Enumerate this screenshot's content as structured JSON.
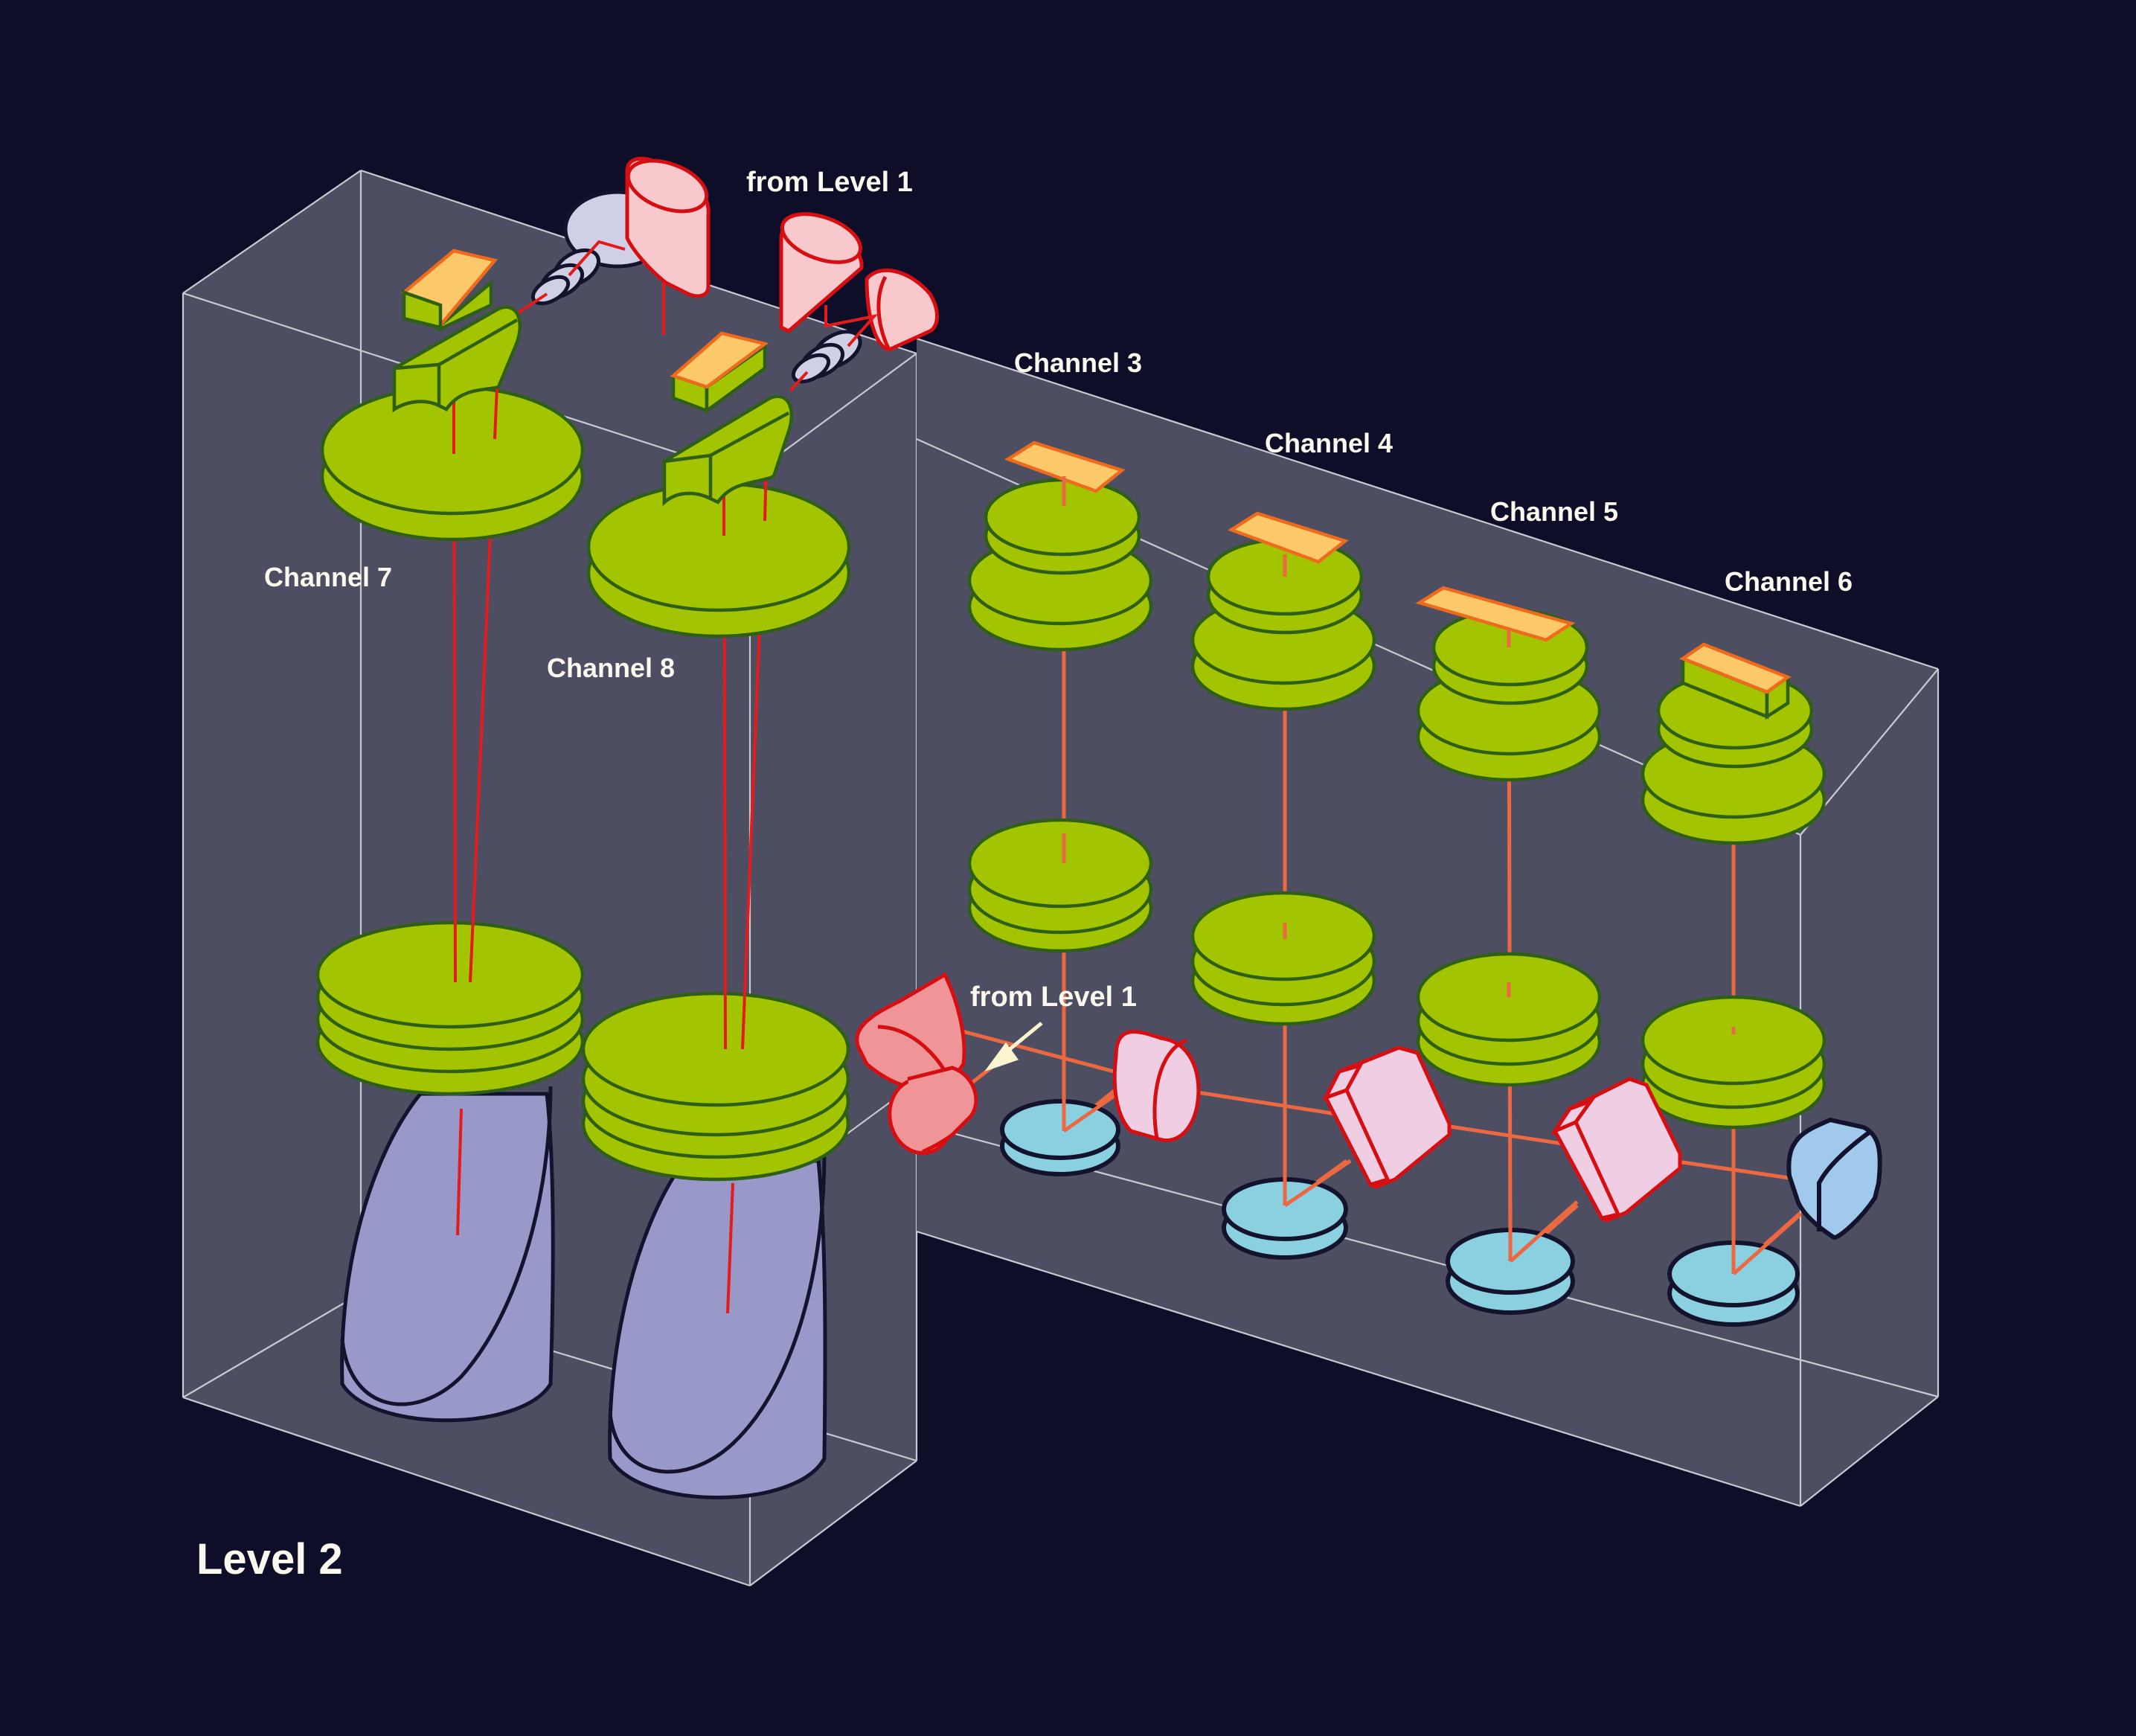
{
  "diagram": {
    "level_label": "Level 2",
    "incoming_top_label": "from Level 1",
    "incoming_mid_label": "from Level 1",
    "channels": [
      {
        "id": 3,
        "label": "Channel 3"
      },
      {
        "id": 4,
        "label": "Channel 4"
      },
      {
        "id": 5,
        "label": "Channel 5"
      },
      {
        "id": 6,
        "label": "Channel 6"
      },
      {
        "id": 7,
        "label": "Channel 7"
      },
      {
        "id": 8,
        "label": "Channel 8"
      }
    ],
    "colors": {
      "background": "#0f0e29",
      "housing": "#4e4e62",
      "lens_green": "#a3c400",
      "detector_orange": "#fbc86a",
      "mirror_cyan": "#8bd0e0",
      "prism_pink": "#efcde2",
      "beam_red": "#e51a1a",
      "beam_orange": "#ec6840",
      "collimator_lavender": "#9898c9"
    }
  }
}
